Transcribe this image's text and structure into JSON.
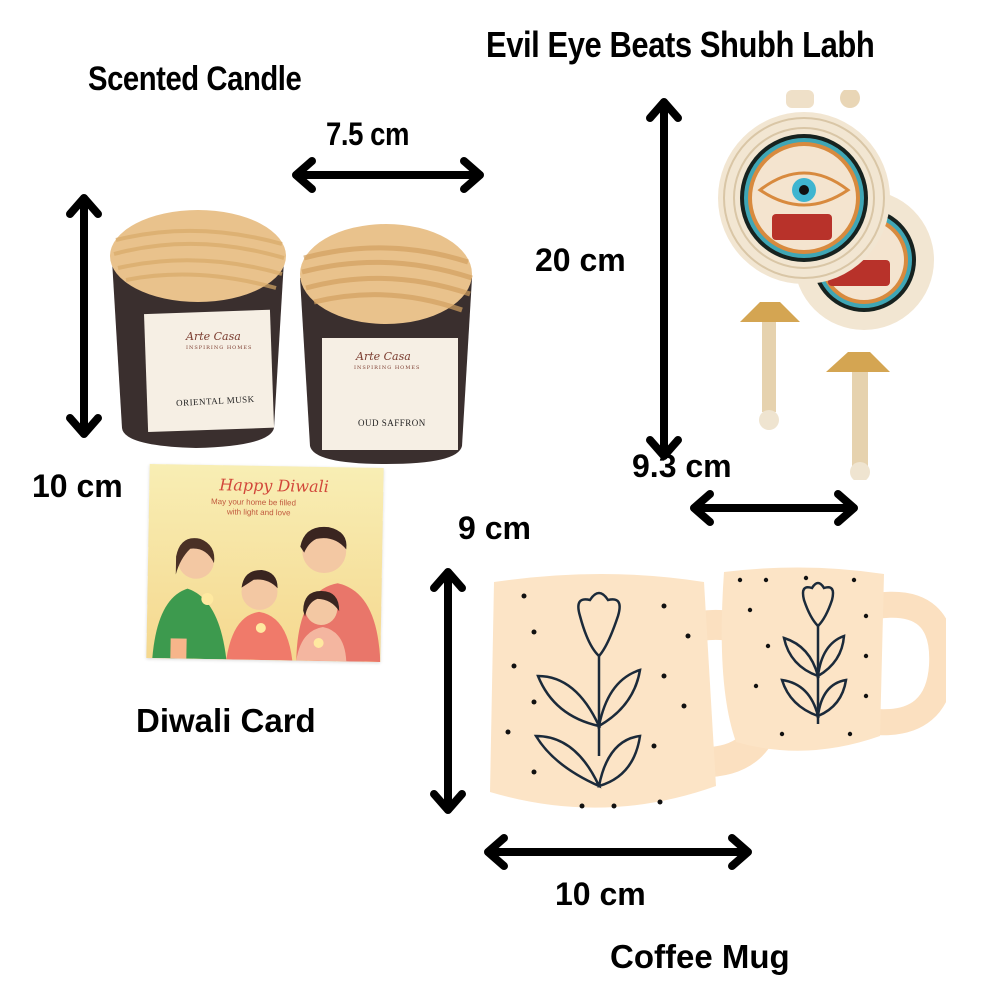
{
  "products": {
    "candle": {
      "title": "Scented Candle",
      "height": "10 cm",
      "width": "7.5 cm",
      "brand": "Arte Casa",
      "tagline": "INSPIRING HOMES",
      "jar1_scent": "ORIENTAL MUSK",
      "jar2_scent": "OUD SAFFRON"
    },
    "evil_eye": {
      "title": "Evil Eye Beats Shubh Labh",
      "height": "20 cm",
      "width": "9.3 cm"
    },
    "card": {
      "title": "Diwali Card",
      "heading": "Happy Diwali",
      "message_line1": "May your home be filled",
      "message_line2": "with light and love"
    },
    "mug": {
      "title": "Coffee Mug",
      "height": "9 cm",
      "width": "10 cm"
    }
  },
  "colors": {
    "background": "#ffffff",
    "text": "#000000",
    "jar": "#3b2f2f",
    "lid": "#e8c08a",
    "label": "#f6efe4",
    "mug": "#fbe3c6",
    "card": "#f7e8a8"
  }
}
